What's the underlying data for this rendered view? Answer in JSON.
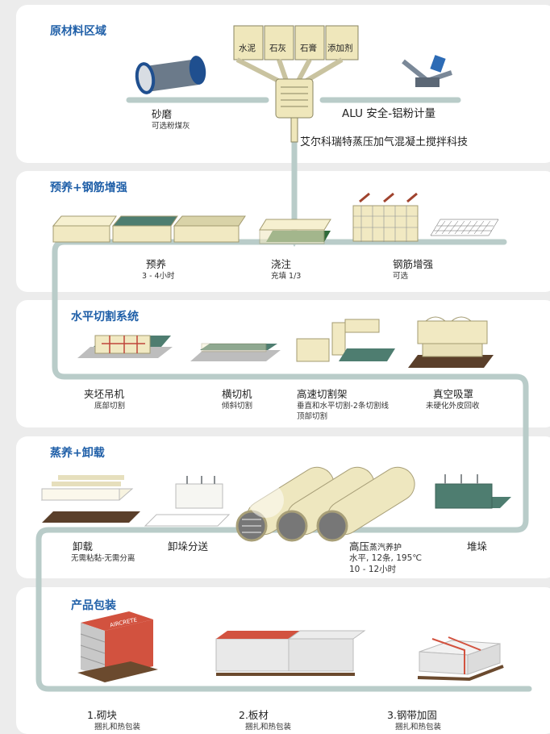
{
  "sections": [
    {
      "title": "原材料区域"
    },
    {
      "title": "预养+钢筋增强"
    },
    {
      "title": "水平切割系统"
    },
    {
      "title": "蒸养+卸载"
    },
    {
      "title": "产品包装"
    }
  ],
  "raw": {
    "silos": [
      "水泥",
      "石灰",
      "石膏",
      "添加剂"
    ],
    "mill_label": "砂磨",
    "mill_sub": "可选粉煤灰",
    "alu_label": "ALU 安全-铝粉计量",
    "mixer_label": "艾尔科瑞特蒸压加气混凝土搅拌科技"
  },
  "precure": {
    "steps": [
      {
        "label": "预养",
        "sub": "3 - 4小时"
      },
      {
        "label": "浇注",
        "sub": "充填 1/3"
      },
      {
        "label": "钢筋增强",
        "sub": "可选"
      }
    ]
  },
  "cutting": {
    "steps": [
      {
        "label": "夹坯吊机",
        "sub": "底部切割"
      },
      {
        "label": "横切机",
        "sub": "倾斜切割"
      },
      {
        "label": "高速切割架",
        "sub": "垂直和水平切割-2条切割线",
        "sub2": "顶部切割"
      },
      {
        "label": "真空吸罩",
        "sub": "未硬化外皮回收"
      }
    ]
  },
  "autoclave": {
    "unload_label": "卸载",
    "unload_sub": "无需粘黏-无需分离",
    "split_label": "卸垛分送",
    "hp_label": "高压",
    "hp_label_small": "蒸汽养护",
    "hp_sub": "水平, 12条, 195℃",
    "hp_sub2": "10 - 12小时",
    "stack_label": "堆垛"
  },
  "packaging": {
    "items": [
      {
        "label": "1.砌块",
        "sub": "捆扎和热包装"
      },
      {
        "label": "2.板材",
        "sub": "捆扎和热包装"
      },
      {
        "label": "3.钢带加固",
        "sub": "捆扎和热包装"
      }
    ],
    "brand": "AIRCRETE"
  },
  "colors": {
    "title": "#1f5fa8",
    "conveyor": "#b9ccc9",
    "cake": "#f1e9c2",
    "green": "#4e7d70",
    "red": "#d2523f"
  }
}
